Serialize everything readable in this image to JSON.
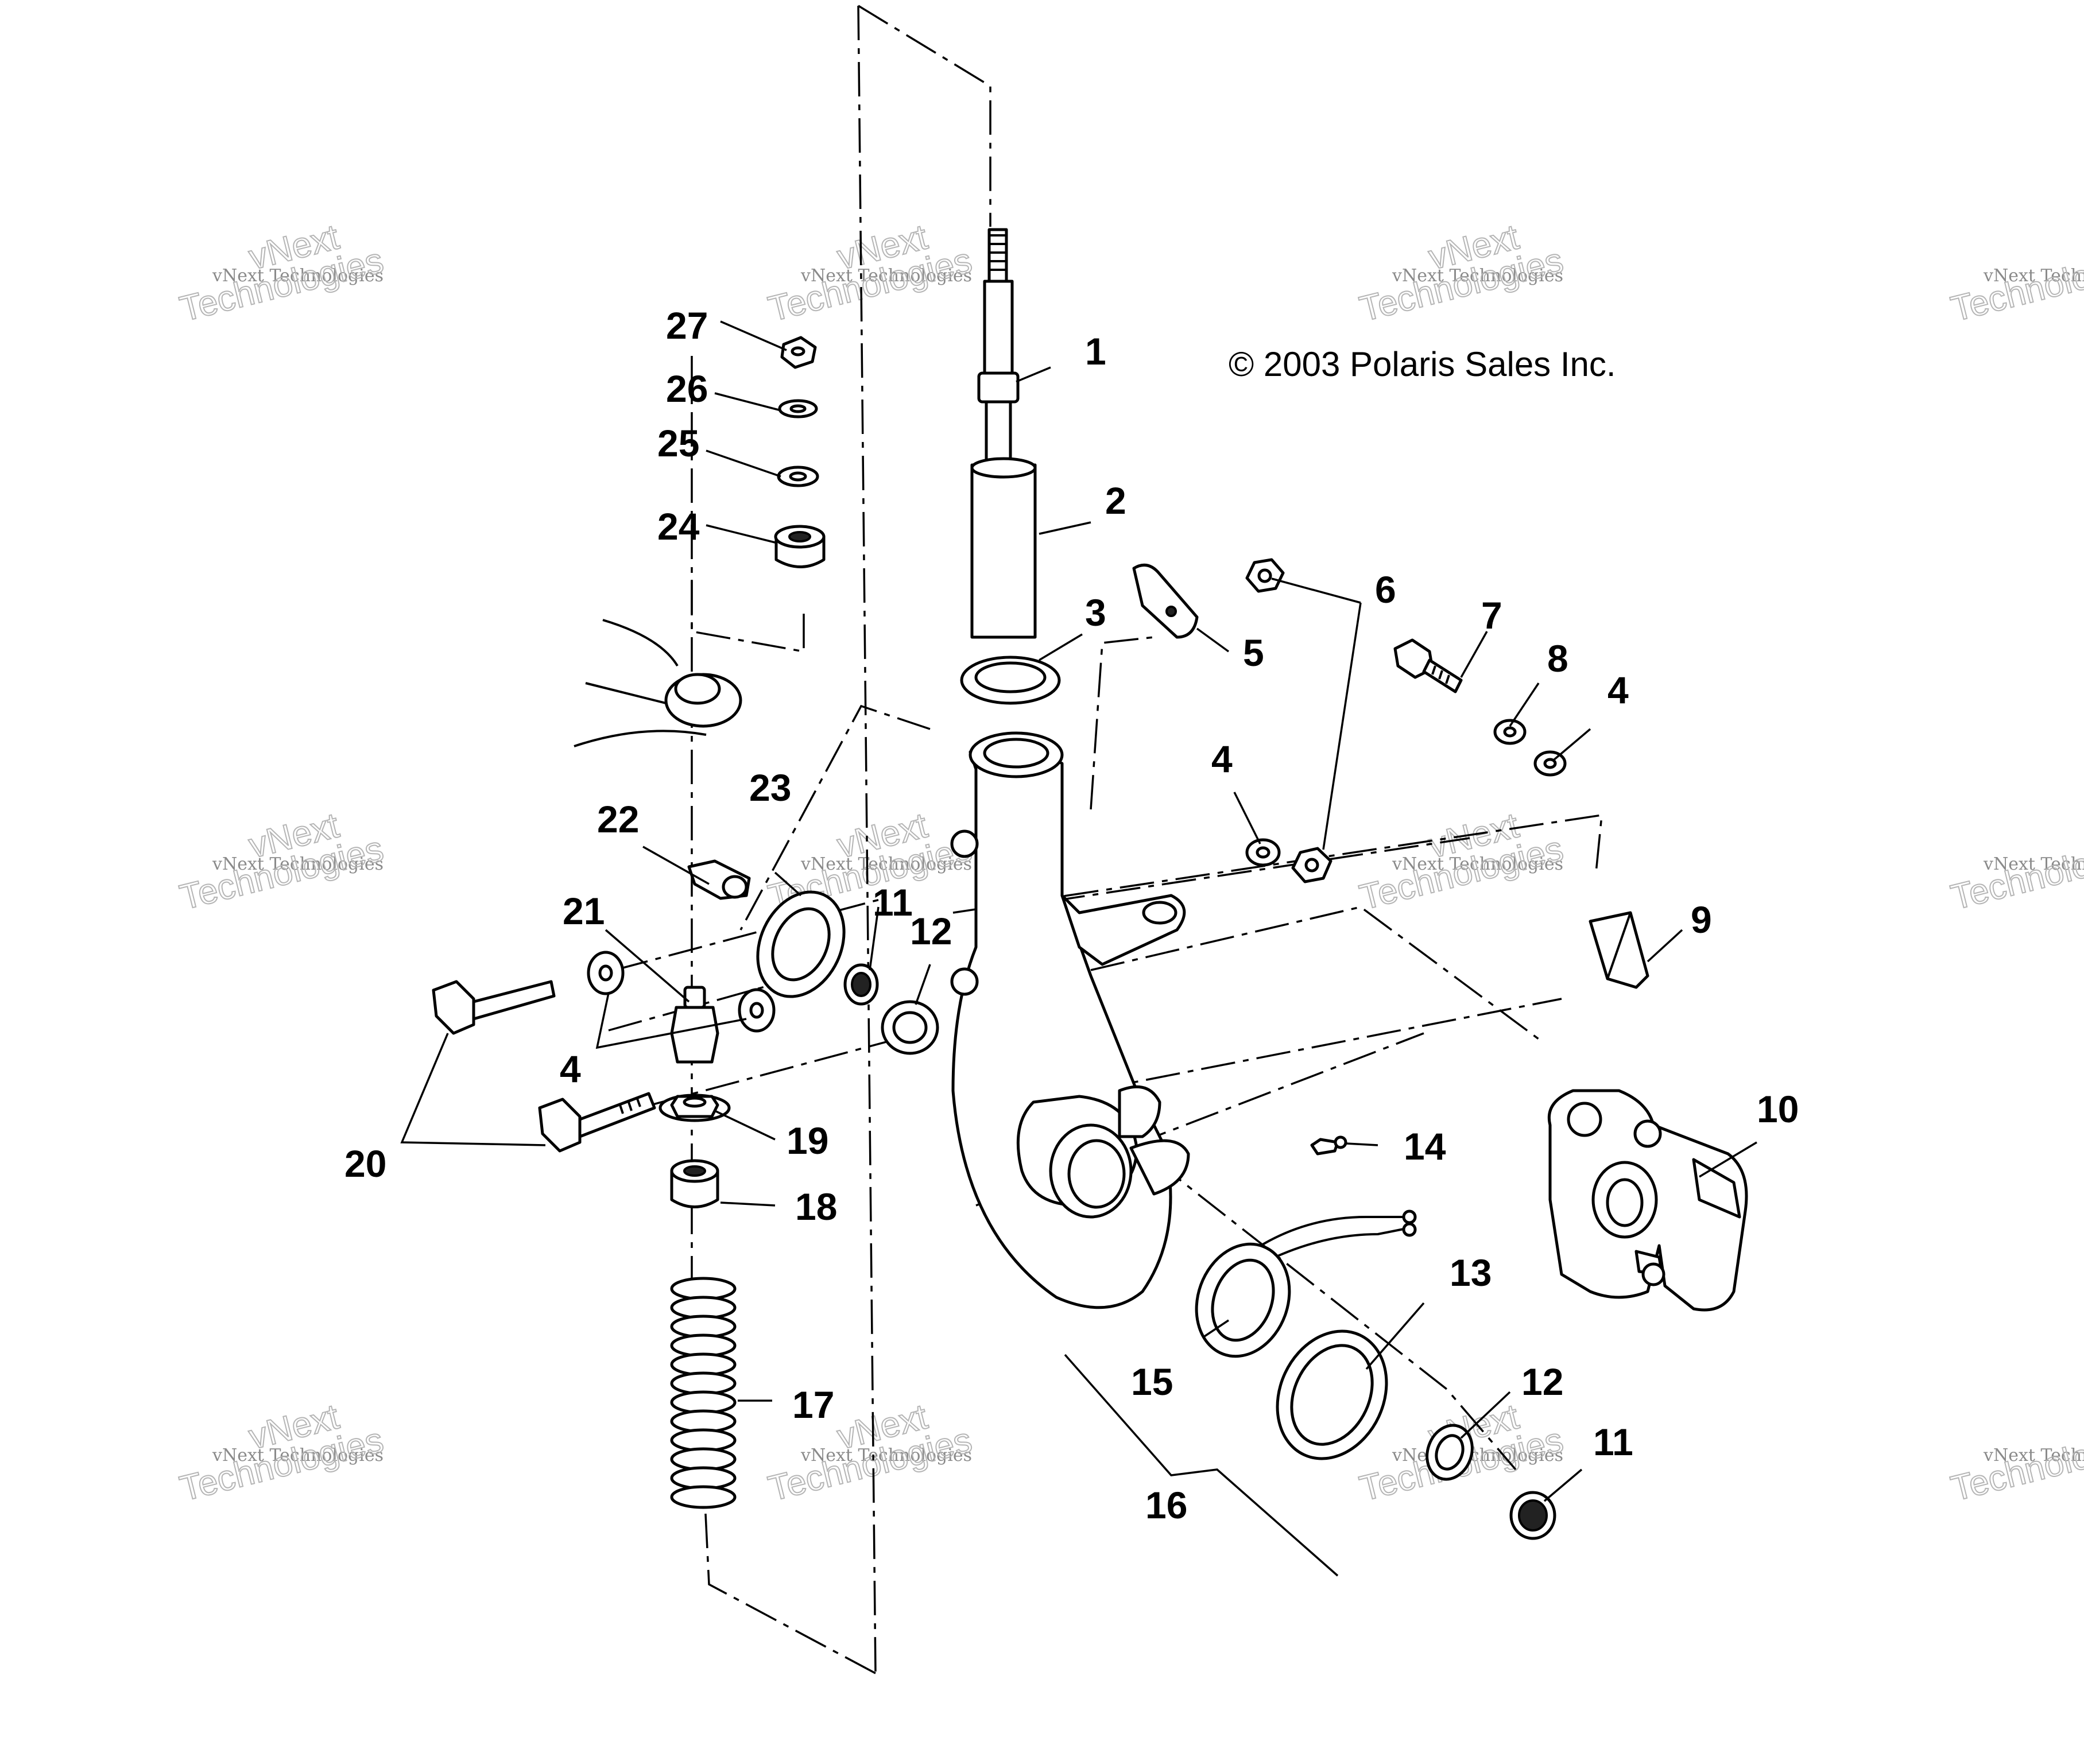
{
  "copyright": "© 2003 Polaris Sales Inc.",
  "watermark": {
    "small_text": "vNext Technologies",
    "big_text": "Technologies",
    "big_prefix": "vNext"
  },
  "callouts": {
    "c1": "1",
    "c2": "2",
    "c3": "3",
    "c4a": "4",
    "c4b": "4",
    "c4c": "4",
    "c5": "5",
    "c6": "6",
    "c7": "7",
    "c8": "8",
    "c9": "9",
    "c10": "10",
    "c11a": "11",
    "c11b": "11",
    "c12a": "12",
    "c12b": "12",
    "c13": "13",
    "c14": "14",
    "c15": "15",
    "c16": "16",
    "c17": "17",
    "c18": "18",
    "c19": "19",
    "c20": "20",
    "c21": "21",
    "c22": "22",
    "c23": "23",
    "c24": "24",
    "c25": "25",
    "c26": "26",
    "c27": "27"
  }
}
